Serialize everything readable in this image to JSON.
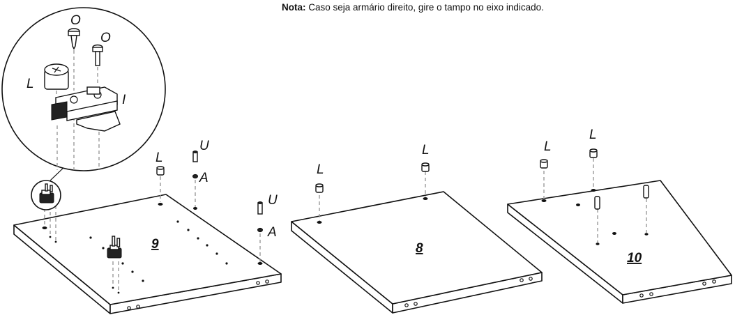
{
  "note": {
    "label": "Nota:",
    "text": "Caso seja armário direito, gire o tampo no eixo indicado."
  },
  "detail_labels": {
    "o1": "O",
    "o2": "O",
    "l": "L",
    "i": "I"
  },
  "panel9": {
    "number": "9",
    "labels": {
      "l": "L",
      "u1": "U",
      "a1": "A",
      "u2": "U",
      "a2": "A"
    }
  },
  "panel8": {
    "number": "8",
    "labels": {
      "l1": "L",
      "l2": "L"
    }
  },
  "panel10": {
    "number": "10",
    "labels": {
      "l1": "L",
      "l2": "L"
    }
  }
}
